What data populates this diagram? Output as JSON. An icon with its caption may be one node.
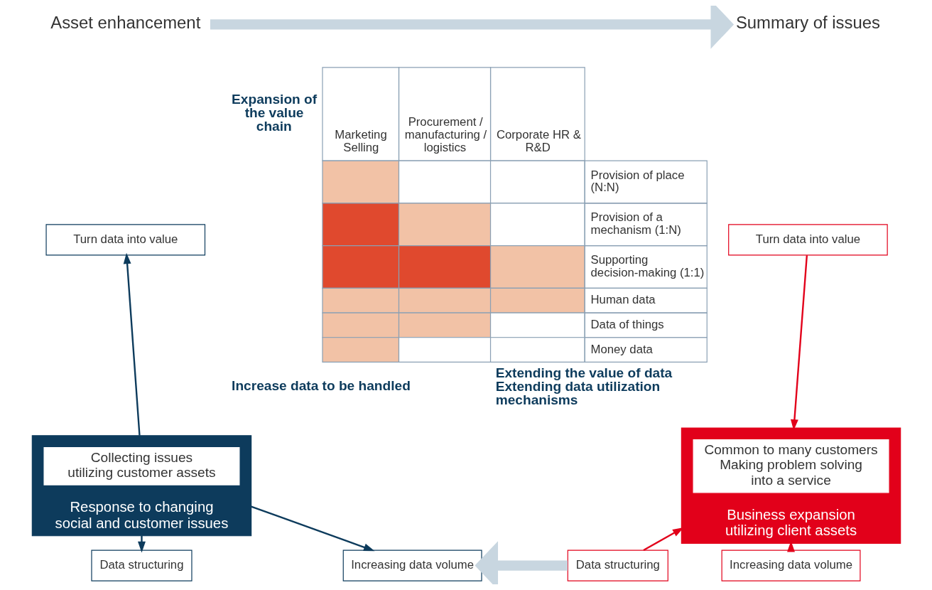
{
  "diagram": {
    "nodes": [
      {
        "text": [
          "Asset enhancement"
        ]
      },
      {
        "text": [
          "Turn data into value"
        ]
      },
      {
        "text": [
          "Response to changing social and customer issues"
        ]
      },
      {
        "text": [
          "Collecting issues utilizing customer assets"
        ],
        "in": 2
      },
      {
        "text": [
          "Increasing data volume"
        ]
      },
      {
        "text": [
          "Data structuring"
        ]
      },
      {
        "text": [
          "Summary of issues"
        ]
      },
      {
        "text": [
          "Turn data into value"
        ]
      },
      {
        "text": [
          "Business expansion utilizing client assets"
        ]
      },
      {
        "text": [
          "Common to many customers Making problem solving into a service"
        ],
        "in": 8
      },
      {
        "text": [
          "Increasing data volume"
        ]
      },
      {
        "text": [
          "Data structuring"
        ]
      }
    ],
    "edges": [
      {
        "from": 0,
        "to": 6,
        "arrow": "to",
        "style": "thick",
        "color": "#c8d6e0"
      },
      {
        "from": 2,
        "to": 1,
        "arrow": "to"
      },
      {
        "from": 2,
        "to": 4,
        "arrow": "to"
      },
      {
        "from": 2,
        "to": 5,
        "arrow": "to"
      },
      {
        "from": 7,
        "to": 8,
        "arrow": "to",
        "color": "#e2001a"
      },
      {
        "from": 10,
        "to": 8,
        "arrow": "to",
        "color": "#e2001a"
      },
      {
        "from": 11,
        "to": 8,
        "arrow": "to",
        "color": "#e2001a"
      },
      {
        "from": 11,
        "to": 4,
        "arrow": "to",
        "style": "thick",
        "color": "#c8d6e0"
      }
    ],
    "labels": [
      "Expansion of the value chain",
      "Marketing Selling",
      "Procurement / manufacturing / logistics",
      "Corporate HR & R&D",
      "Provision of place (N:N)",
      "Provision of a mechanism (1:N)",
      "Supporting decision-making (1:1)",
      "Human data",
      "Data of things",
      "Money data",
      "Extending the value of data Extending data utilization mechanisms",
      "Increase data to be handled"
    ]
  }
}
